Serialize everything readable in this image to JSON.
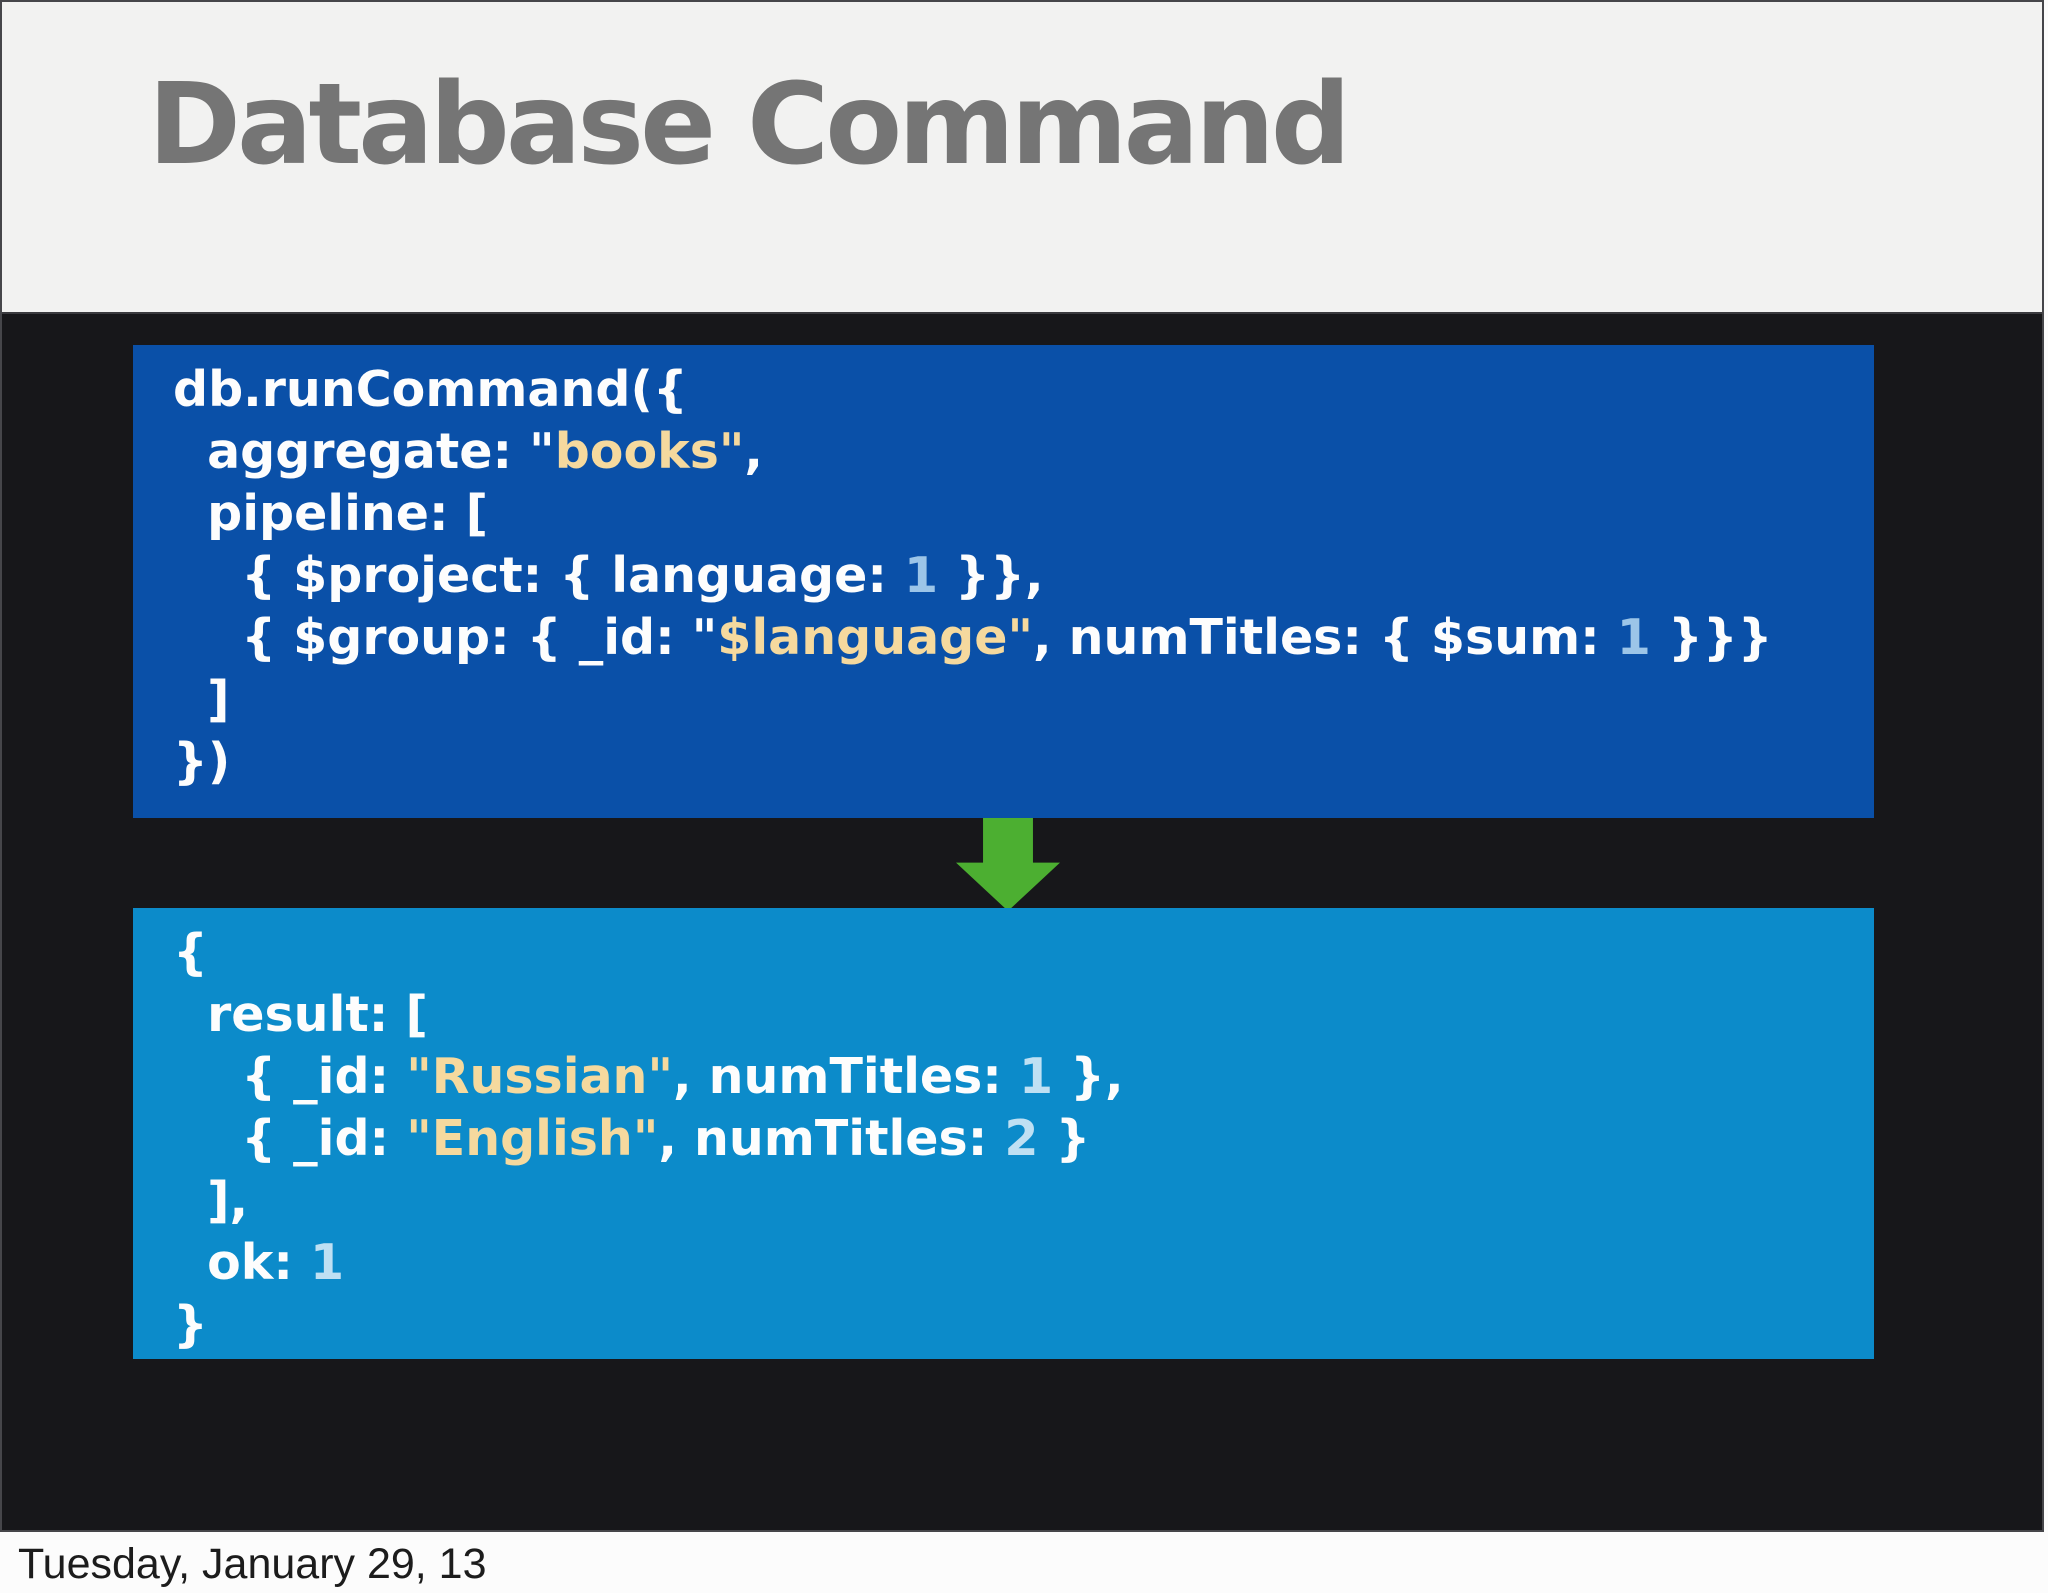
{
  "slide": {
    "title": "Database Command",
    "footer_date": "Tuesday, January 29, 13",
    "colors": {
      "page_bg": "#fcfcfc",
      "header_bg": "#f2f2f1",
      "title_text": "#757575",
      "body_bg": "#17171a",
      "box1_bg": "#0a50a8",
      "box2_bg": "#0c8bca",
      "arrow_green": "#4caf31",
      "code_white": "#fdfdfd",
      "code_string": "#f5d99e",
      "code_number_box1": "#9cc5e8",
      "code_number_box2": "#bfe0f3",
      "footer_text": "#1c1c1c"
    },
    "arrow_icon": "down-arrow"
  },
  "command_box": {
    "lines": [
      [
        {
          "t": "db.runCommand({",
          "c": "w"
        }
      ],
      [
        {
          "t": "  aggregate: \"",
          "c": "w"
        },
        {
          "t": "books\"",
          "c": "s"
        },
        {
          "t": ",",
          "c": "w"
        }
      ],
      [
        {
          "t": "  pipeline: [",
          "c": "w"
        }
      ],
      [
        {
          "t": "    { $project: { language: ",
          "c": "w"
        },
        {
          "t": "1",
          "c": "n"
        },
        {
          "t": " }},",
          "c": "w"
        }
      ],
      [
        {
          "t": "    { $group: { _id: \"",
          "c": "w"
        },
        {
          "t": "$language\"",
          "c": "s"
        },
        {
          "t": ", numTitles: { $sum: ",
          "c": "w"
        },
        {
          "t": "1",
          "c": "n"
        },
        {
          "t": " }}}",
          "c": "w"
        }
      ],
      [
        {
          "t": "  ]",
          "c": "w"
        }
      ],
      [
        {
          "t": "})",
          "c": "w"
        }
      ]
    ]
  },
  "result_box": {
    "lines": [
      [
        {
          "t": "{",
          "c": "w"
        }
      ],
      [
        {
          "t": "  result: [",
          "c": "w"
        }
      ],
      [
        {
          "t": "    { _id: ",
          "c": "w"
        },
        {
          "t": "\"Russian\"",
          "c": "s"
        },
        {
          "t": ", numTitles: ",
          "c": "w"
        },
        {
          "t": "1",
          "c": "n"
        },
        {
          "t": " },",
          "c": "w"
        }
      ],
      [
        {
          "t": "    { _id: ",
          "c": "w"
        },
        {
          "t": "\"English\"",
          "c": "s"
        },
        {
          "t": ", numTitles: ",
          "c": "w"
        },
        {
          "t": "2",
          "c": "n"
        },
        {
          "t": " }",
          "c": "w"
        }
      ],
      [
        {
          "t": "  ],",
          "c": "w"
        }
      ],
      [
        {
          "t": "  ok: ",
          "c": "w"
        },
        {
          "t": "1",
          "c": "n"
        }
      ],
      [
        {
          "t": "}",
          "c": "w"
        }
      ]
    ]
  }
}
